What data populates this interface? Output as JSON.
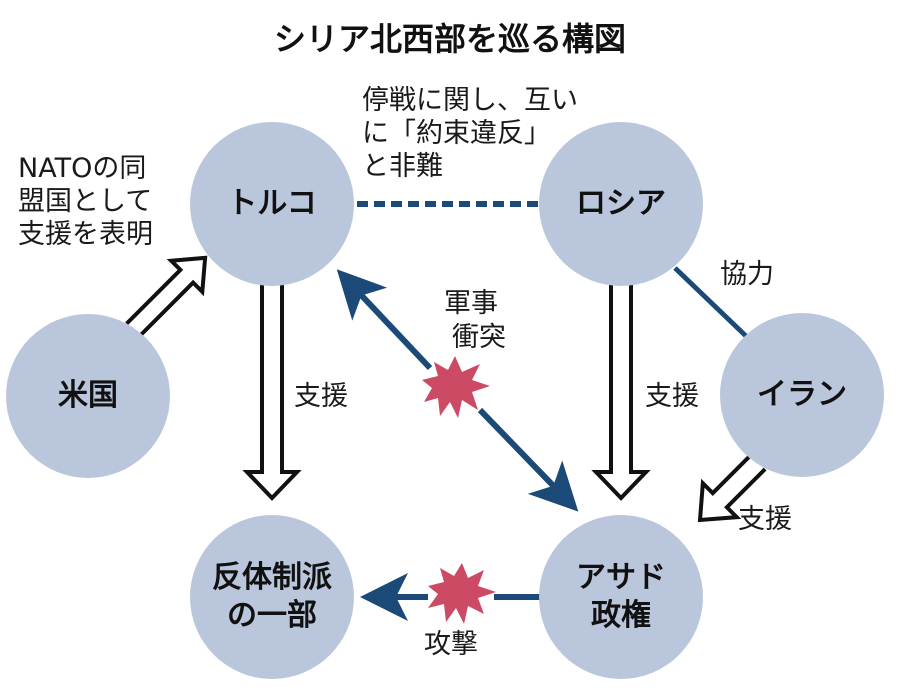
{
  "title": "シリア北西部を巡る構図",
  "colors": {
    "node_fill": "#bac6db",
    "navy": "#1c4a78",
    "burst": "#cc4a63",
    "hollow_stroke": "#111111"
  },
  "nodes": {
    "turkey": {
      "label": "トルコ"
    },
    "russia": {
      "label": "ロシア"
    },
    "usa": {
      "label": "米国"
    },
    "iran": {
      "label": "イラン"
    },
    "rebels": {
      "line1": "反体制派",
      "line2": "の一部"
    },
    "assad": {
      "line1": "アサド",
      "line2": "政権"
    }
  },
  "annotations": {
    "ceasefire": {
      "line1": "停戦に関し、互い",
      "line2": "に「約束違反」",
      "line3": "と非難"
    },
    "nato": {
      "line1": "NATOの同",
      "line2": "盟国として",
      "line3": "支援を表明"
    },
    "military_clash": {
      "line1": "軍事",
      "line2": "衝突"
    },
    "support_turkey": "支援",
    "support_russia": "支援",
    "support_iran": "支援",
    "cooperation": "協力",
    "attack": "攻撃"
  },
  "relations": [
    {
      "from": "turkey",
      "to": "russia",
      "type": "dashed-line",
      "meaning": "mutual accusation"
    },
    {
      "from": "usa",
      "to": "turkey",
      "type": "hollow-arrow",
      "meaning": "support"
    },
    {
      "from": "turkey",
      "to": "rebels",
      "type": "hollow-arrow",
      "meaning": "support"
    },
    {
      "from": "russia",
      "to": "assad",
      "type": "hollow-arrow",
      "meaning": "support"
    },
    {
      "from": "iran",
      "to": "assad",
      "type": "hollow-arrow",
      "meaning": "support"
    },
    {
      "from": "russia",
      "to": "iran",
      "type": "line",
      "meaning": "cooperation"
    },
    {
      "from": "turkey",
      "to": "assad",
      "type": "double-arrow",
      "meaning": "military clash"
    },
    {
      "from": "assad",
      "to": "rebels",
      "type": "arrow",
      "meaning": "attack"
    }
  ]
}
